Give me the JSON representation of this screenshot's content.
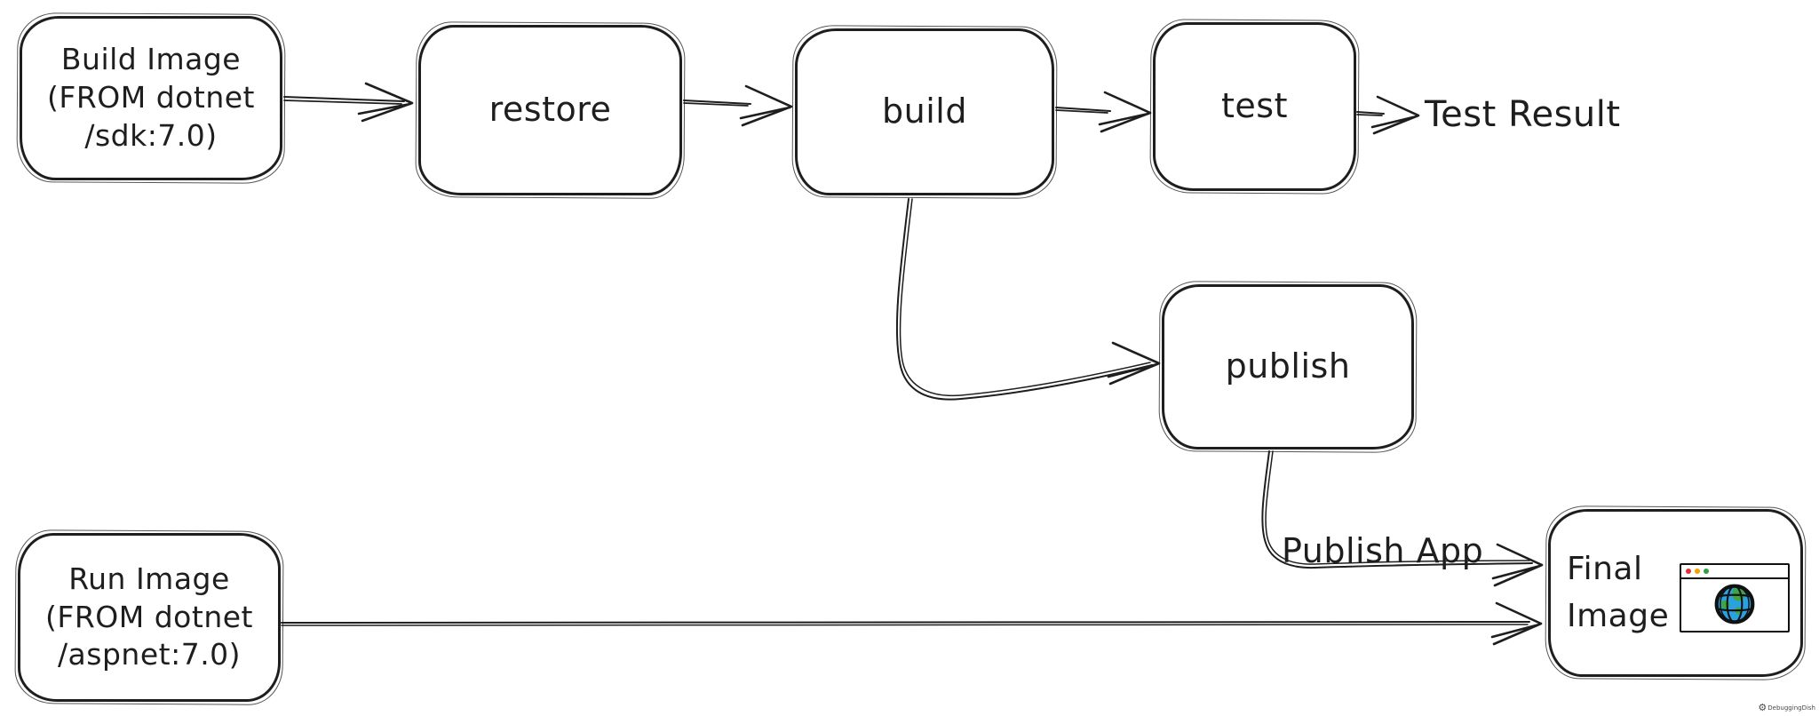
{
  "canvas": {
    "background": "#ffffff",
    "stroke": "#1e1e1e"
  },
  "nodes": {
    "build_image": {
      "label": "Build Image\n(FROM dotnet\n/sdk:7.0)"
    },
    "restore": {
      "label": "restore"
    },
    "build": {
      "label": "build"
    },
    "test": {
      "label": "test"
    },
    "publish": {
      "label": "publish"
    },
    "run_image": {
      "label": "Run Image\n(FROM dotnet\n/aspnet:7.0)"
    },
    "final_image": {
      "label": "Final\nImage",
      "icon": "browser-window-globe-icon"
    }
  },
  "annotations": {
    "test_result": "Test Result",
    "publish_app": "Publish App"
  },
  "edges": [
    {
      "from": "build_image",
      "to": "restore"
    },
    {
      "from": "restore",
      "to": "build"
    },
    {
      "from": "build",
      "to": "test"
    },
    {
      "from": "test",
      "to": "test_result"
    },
    {
      "from": "build",
      "to": "publish"
    },
    {
      "from": "publish",
      "to": "final_image",
      "label": "Publish App"
    },
    {
      "from": "run_image",
      "to": "final_image"
    }
  ],
  "browser_icon": {
    "dot_colors": [
      "#e03131",
      "#f59f00",
      "#2f9e44"
    ],
    "globe_water": "#2da0e0",
    "globe_land": "#3fa63f",
    "outline": "#111111"
  },
  "watermark": {
    "text": "DebuggingDish"
  }
}
